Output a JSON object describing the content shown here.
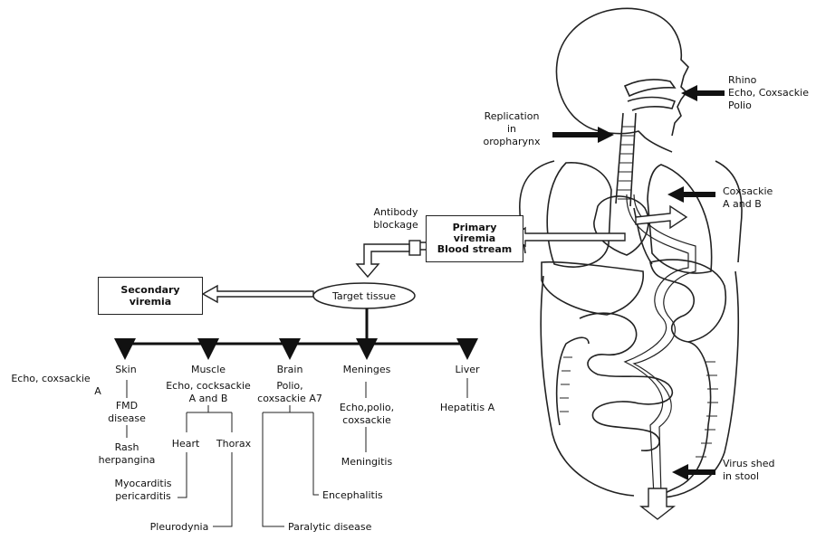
{
  "colors": {
    "ink": "#222222",
    "background": "#ffffff"
  },
  "labels": {
    "rhino": "Rhino",
    "echo_coxsackie_polio_line": "Echo, Coxsackie",
    "polio": "Polio",
    "replication_1": "Replication",
    "replication_2": "in",
    "replication_3": "oropharynx",
    "coxsackie_ab_1": "Coxsackie",
    "coxsackie_ab_2": "A and B",
    "virus_shed_1": "Virus shed",
    "virus_shed_2": "in stool",
    "antibody_1": "Antibody",
    "antibody_2": "blockage",
    "primary_1": "Primary",
    "primary_2": "viremia",
    "primary_3": "Blood stream",
    "secondary_1": "Secondary",
    "secondary_2": "viremia",
    "target_tissue": "Target tissue"
  },
  "tissues": {
    "skin": "Skin",
    "muscle": "Muscle",
    "brain": "Brain",
    "meninges": "Meninges",
    "liver": "Liver"
  },
  "viruses": {
    "skin_1": "Echo, coxsackie",
    "skin_2": "A",
    "muscle_1": "Echo, cocksackie",
    "muscle_2": "A and B",
    "brain_1": "Polio,",
    "brain_2": "coxsackie A7",
    "meninges_1": "Echo,polio,",
    "meninges_2": "coxsackie",
    "liver_1": "Hepatitis A"
  },
  "diseases": {
    "fmd_1": "FMD",
    "fmd_2": "disease",
    "rash_1": "Rash",
    "rash_2": "herpangina",
    "heart": "Heart",
    "thorax": "Thorax",
    "myocarditis_1": "Myocarditis",
    "myocarditis_2": "pericarditis",
    "pleurodynia": "Pleurodynia",
    "encephalitis": "Encephalitis",
    "paralytic": "Paralytic disease",
    "meningitis": "Meningitis"
  }
}
